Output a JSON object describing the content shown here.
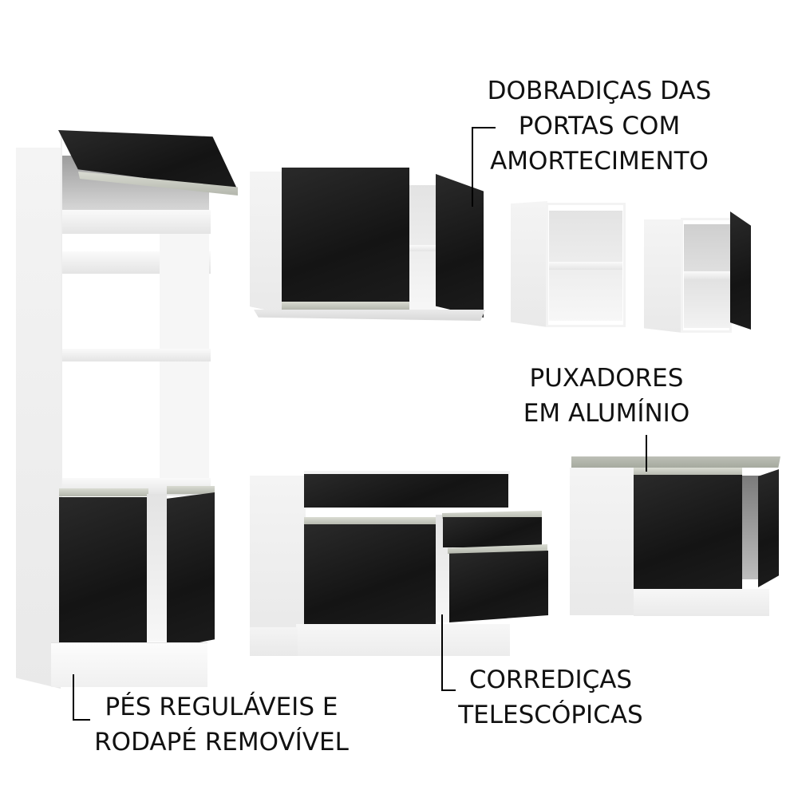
{
  "callouts": {
    "hinges": {
      "lines": [
        "DOBRADIÇAS DAS",
        "PORTAS COM",
        "AMORTECIMENTO"
      ]
    },
    "handles": {
      "lines": [
        "PUXADORES",
        "EM ALUMÍNIO"
      ]
    },
    "feet": {
      "lines": [
        "PÉS REGULÁVEIS E",
        "RODAPÉ REMOVÍVEL"
      ]
    },
    "slides": {
      "lines": [
        "CORREDIÇAS",
        "TELESCÓPICAS"
      ]
    }
  },
  "colors": {
    "carcass": "#ffffff",
    "door": "#1a1a1a",
    "handle": "#c5c8be",
    "countertop": "#b0b4a9",
    "text": "#111111"
  }
}
